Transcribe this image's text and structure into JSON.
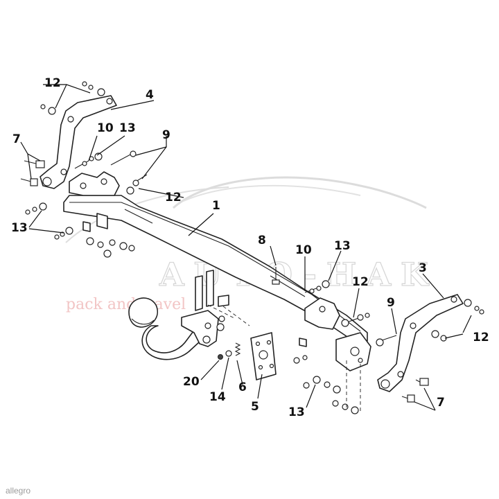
{
  "diagram": {
    "callouts": [
      {
        "id": "label-12-top-left",
        "text": "12"
      },
      {
        "id": "label-4",
        "text": "4"
      },
      {
        "id": "label-7-left",
        "text": "7"
      },
      {
        "id": "label-10-left",
        "text": "10"
      },
      {
        "id": "label-13-top-left",
        "text": "13"
      },
      {
        "id": "label-9-left",
        "text": "9"
      },
      {
        "id": "label-12-mid-left",
        "text": "12"
      },
      {
        "id": "label-1",
        "text": "1"
      },
      {
        "id": "label-13-left",
        "text": "13"
      },
      {
        "id": "label-8",
        "text": "8"
      },
      {
        "id": "label-10-right",
        "text": "10"
      },
      {
        "id": "label-13-right-top",
        "text": "13"
      },
      {
        "id": "label-3",
        "text": "3"
      },
      {
        "id": "label-12-right-mid",
        "text": "12"
      },
      {
        "id": "label-9-right",
        "text": "9"
      },
      {
        "id": "label-12-right",
        "text": "12"
      },
      {
        "id": "label-20",
        "text": "20"
      },
      {
        "id": "label-14",
        "text": "14"
      },
      {
        "id": "label-6",
        "text": "6"
      },
      {
        "id": "label-5",
        "text": "5"
      },
      {
        "id": "label-13-bottom",
        "text": "13"
      },
      {
        "id": "label-7-right",
        "text": "7"
      }
    ]
  },
  "watermark": {
    "brand": "AUTO-HAK",
    "tagline": "pack and travel"
  },
  "corner_mark": "allegro"
}
